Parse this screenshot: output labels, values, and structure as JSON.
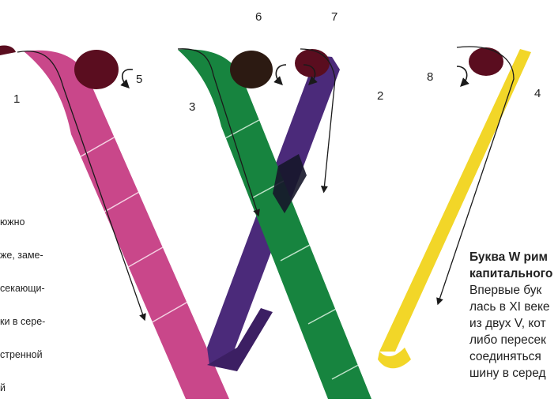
{
  "stroke_numbers": {
    "n1": "1",
    "n2": "2",
    "n3": "3",
    "n4": "4",
    "n5": "5",
    "n6": "6",
    "n7": "7",
    "n8": "8"
  },
  "left_text": [
    "южно",
    "же, заме-",
    "секающи-",
    "ки в сере-",
    "стренной",
    "й"
  ],
  "caption": {
    "title_line1": "Буква W рим",
    "title_line2": "капитального",
    "body": [
      "Впервые бук",
      "лась в XI веке",
      "из двух V, кот",
      "либо пересек",
      "соединяться",
      "шину в серед"
    ]
  },
  "colors": {
    "pink": "#c9478a",
    "green": "#17843f",
    "purple": "#4b2a7a",
    "yellow": "#f2d628",
    "dark_red": "#5a0d1f",
    "arrow": "#1a1a1a"
  }
}
